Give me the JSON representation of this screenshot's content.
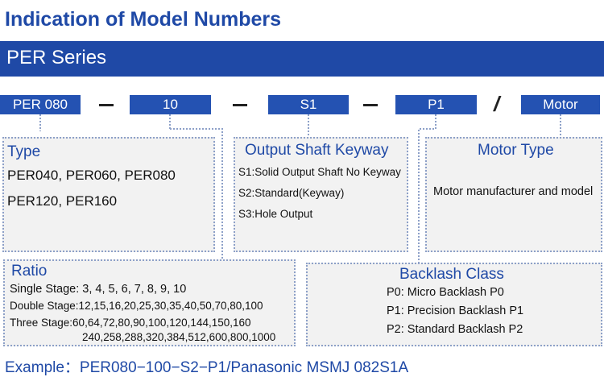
{
  "title": "Indication of Model Numbers",
  "series": "PER Series",
  "codes": {
    "model": "PER 080",
    "ratio": "10",
    "keyway": "S1",
    "backlash": "P1",
    "motor": "Motor",
    "slash": "/"
  },
  "type_panel": {
    "title": "Type",
    "lines": [
      "PER040, PER060, PER080",
      "PER120, PER160"
    ]
  },
  "keyway_panel": {
    "title": "Output Shaft Keyway",
    "lines": [
      "S1:Solid Output Shaft No Keyway",
      "S2:Standard(Keyway)",
      "S3:Hole Output"
    ]
  },
  "motor_panel": {
    "title": "Motor Type",
    "lines": [
      "Motor manufacturer and model"
    ]
  },
  "ratio_panel": {
    "title": "Ratio",
    "lines": [
      "Single Stage: 3, 4, 5, 6, 7, 8, 9, 10",
      "Double Stage:12,15,16,20,25,30,35,40,50,70,80,100",
      "Three Stage:60,64,72,80,90,100,120,144,150,160",
      "240,258,288,320,384,512,600,800,1000"
    ]
  },
  "backlash_panel": {
    "title": "Backlash Class",
    "lines": [
      "P0: Micro Backlash P0",
      "P1: Precision Backlash P1",
      "P2: Standard Backlash P2"
    ]
  },
  "example": "Example：PER080−100−S2−P1/Panasonic MSMJ 082S1A",
  "colors": {
    "brand_blue": "#1f49a6",
    "box_blue": "#2452b2",
    "panel_bg": "#f2f2f2"
  }
}
